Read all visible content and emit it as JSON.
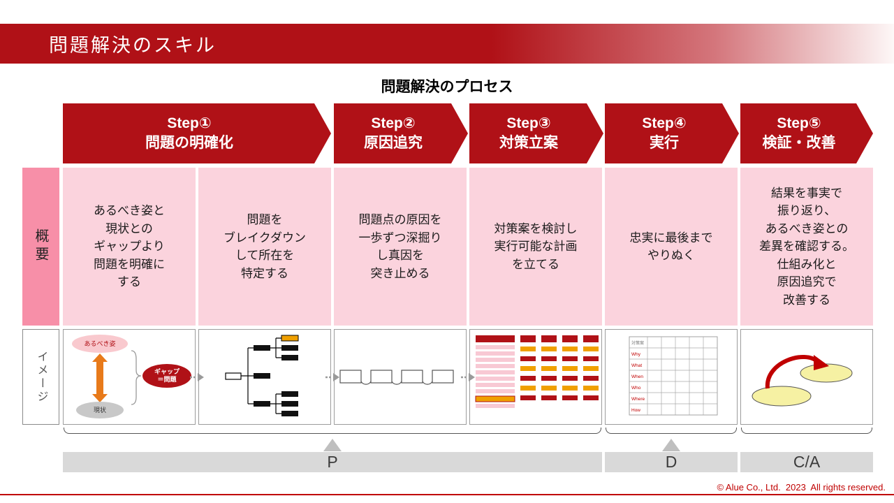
{
  "title_bar": {
    "title": "問題解決のスキル"
  },
  "subtitle": "問題解決のプロセス",
  "row_labels": {
    "overview": "概要",
    "image": "イメージ"
  },
  "steps": [
    {
      "step": "Step①",
      "name": "問題の明確化"
    },
    {
      "step": "Step②",
      "name": "原因追究"
    },
    {
      "step": "Step③",
      "name": "対策立案"
    },
    {
      "step": "Step④",
      "name": "実行"
    },
    {
      "step": "Step⑤",
      "name": "検証・改善"
    }
  ],
  "overview_cells": [
    "あるべき姿と\n現状との\nギャップより\n問題を明確に\nする",
    "問題を\nブレイクダウン\nして所在を\n特定する",
    "問題点の原因を\n一歩ずつ深掘り\nし真因を\n突き止める",
    "対策案を検討し\n実行可能な計画\nを立てる",
    "忠実に最後まで\nやりぬく",
    "結果を事実で\n振り返り、\nあるべき姿との\n差異を確認する。\n仕組み化と\n原因追究で\n改善する"
  ],
  "images": {
    "gap": {
      "ideal": "あるべき姿",
      "current": "現状",
      "gap_line1": "ギャップ",
      "gap_line2": "＝問題"
    },
    "plan": {
      "header": "対策案",
      "rows": [
        "Why",
        "What",
        "When",
        "Who",
        "Where",
        "How"
      ]
    }
  },
  "pdca": [
    {
      "label": "P"
    },
    {
      "label": "D"
    },
    {
      "label": "C/A"
    }
  ],
  "footer": "© Alue Co., Ltd.  2023  All rights reserved.",
  "colors": {
    "primary": "#b01117",
    "pink_light": "#fbd3dd",
    "pink_label": "#f78fa8",
    "gray_bar": "#d9d9d9",
    "orange": "#e87a1a",
    "highlight_orange": "#f0a000"
  }
}
